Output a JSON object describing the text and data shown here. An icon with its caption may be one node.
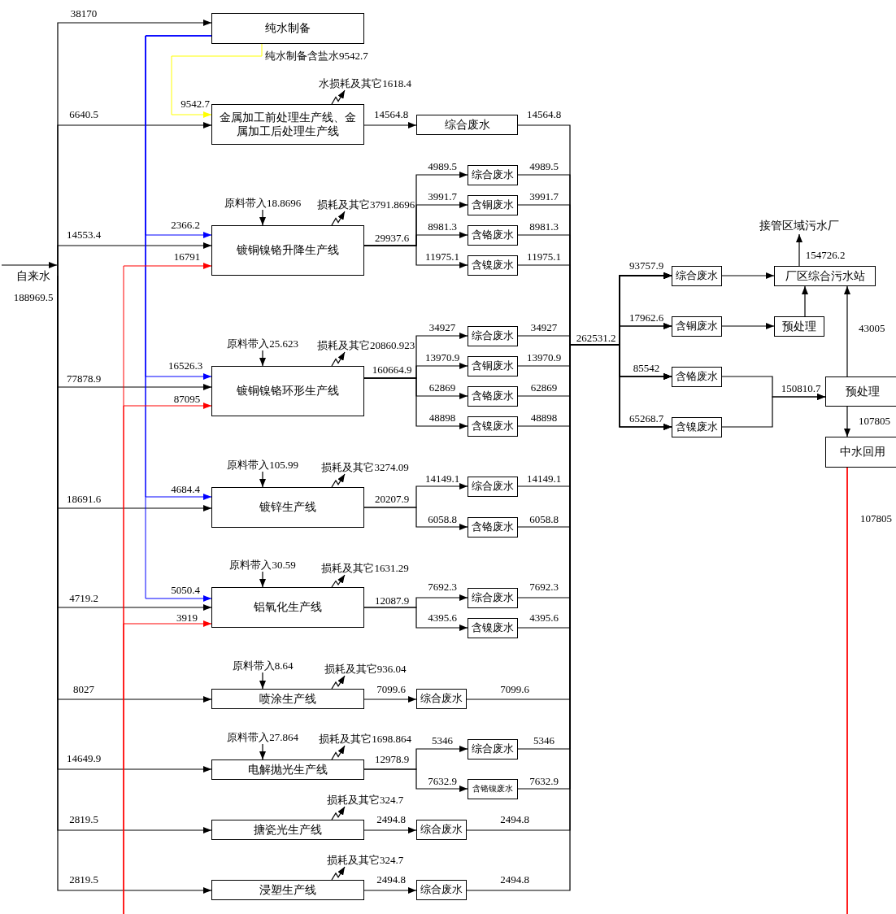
{
  "diagram": {
    "nodes": [
      {
        "text": [
          "自来水"
        ],
        "beside": [
          "188969.5"
        ]
      },
      {
        "text": [
          "纯水制备"
        ]
      },
      {
        "text": [
          "金属加工前处理生产线、金属加工后处理生产线"
        ]
      },
      {
        "text": [
          "综合废水"
        ]
      },
      {
        "text": [
          "镀铜镍铬升降生产线"
        ]
      },
      {
        "text": [
          "综合废水"
        ]
      },
      {
        "text": [
          "含铜废水"
        ]
      },
      {
        "text": [
          "含铬废水"
        ]
      },
      {
        "text": [
          "含镍废水"
        ]
      },
      {
        "text": [
          "镀铜镍铬环形生产线"
        ]
      },
      {
        "text": [
          "综合废水"
        ]
      },
      {
        "text": [
          "含铜废水"
        ]
      },
      {
        "text": [
          "含铬废水"
        ]
      },
      {
        "text": [
          "含镍废水"
        ]
      },
      {
        "text": [
          "镀锌生产线"
        ]
      },
      {
        "text": [
          "综合废水"
        ]
      },
      {
        "text": [
          "含铬废水"
        ]
      },
      {
        "text": [
          "铝氧化生产线"
        ]
      },
      {
        "text": [
          "综合废水"
        ]
      },
      {
        "text": [
          "含镍废水"
        ]
      },
      {
        "text": [
          "喷涂生产线"
        ]
      },
      {
        "text": [
          "综合废水"
        ]
      },
      {
        "text": [
          "电解抛光生产线"
        ]
      },
      {
        "text": [
          "综合废水"
        ]
      },
      {
        "text": [
          "含铬镍废水"
        ]
      },
      {
        "text": [
          "搪瓷光生产线"
        ]
      },
      {
        "text": [
          "综合废水"
        ]
      },
      {
        "text": [
          "浸塑生产线"
        ]
      },
      {
        "text": [
          "综合废水"
        ]
      },
      {
        "text": [
          "综合废水"
        ]
      },
      {
        "text": [
          "含铜废水"
        ]
      },
      {
        "text": [
          "含铬废水"
        ]
      },
      {
        "text": [
          "含镍废水"
        ]
      },
      {
        "text": [
          "厂区综合污水站"
        ]
      },
      {
        "text": [
          "预处理"
        ]
      },
      {
        "text": [
          "接管区域污水厂"
        ]
      },
      {
        "text": [
          "预处理"
        ]
      },
      {
        "text": [
          "中水回用"
        ]
      },
      {
        "text": [
          "原料带入18.8696"
        ]
      },
      {
        "text": [
          "原料带入25.623"
        ]
      },
      {
        "text": [
          "原料带入105.99"
        ]
      },
      {
        "text": [
          "原料带入30.59"
        ]
      },
      {
        "text": [
          "原料带入8.64"
        ]
      },
      {
        "text": [
          "原料带入27.864"
        ]
      },
      {
        "text": [
          "水损耗及其它1618.4"
        ]
      },
      {
        "text": [
          "损耗及其它3791.8696"
        ]
      },
      {
        "text": [
          "损耗及其它20860.923"
        ]
      },
      {
        "text": [
          "损耗及其它3274.09"
        ]
      },
      {
        "text": [
          "损耗及其它1631.29"
        ]
      },
      {
        "text": [
          "损耗及其它936.04"
        ]
      },
      {
        "text": [
          "损耗及其它1698.864"
        ]
      },
      {
        "text": [
          "损耗及其它324.7"
        ]
      },
      {
        "text": [
          "损耗及其它324.7"
        ]
      }
    ],
    "edges": [
      {
        "from": null,
        "to": 0,
        "arrow": "to"
      },
      {
        "from": 0,
        "to": 1,
        "arrow": "to",
        "label": "38170"
      },
      {
        "from": 0,
        "to": 2,
        "arrow": "to",
        "label": "6640.5"
      },
      {
        "from": 0,
        "to": 4,
        "arrow": "to",
        "label": "14553.4"
      },
      {
        "from": 0,
        "to": 9,
        "arrow": "to",
        "label": "77878.9"
      },
      {
        "from": 0,
        "to": 14,
        "arrow": "to",
        "label": "18691.6"
      },
      {
        "from": 0,
        "to": 17,
        "arrow": "to",
        "label": "4719.2"
      },
      {
        "from": 0,
        "to": 20,
        "arrow": "to",
        "label": "8027"
      },
      {
        "from": 0,
        "to": 22,
        "arrow": "to",
        "label": "14649.9"
      },
      {
        "from": 0,
        "to": 25,
        "arrow": "to",
        "label": "2819.5"
      },
      {
        "from": 0,
        "to": 27,
        "arrow": "to",
        "label": "2819.5"
      },
      {
        "from": 1,
        "to": 2,
        "arrow": "to",
        "label": "纯水制备含盐水9542.7",
        "color": "#ffff00"
      },
      {
        "from": 1,
        "to": 4,
        "arrow": "to",
        "label": "2366.2",
        "color": "#0000ff"
      },
      {
        "from": 1,
        "to": 9,
        "arrow": "to",
        "label": "16526.3",
        "color": "#0000ff"
      },
      {
        "from": 1,
        "to": 14,
        "arrow": "to",
        "label": "4684.4",
        "color": "#0000ff"
      },
      {
        "from": 1,
        "to": 17,
        "arrow": "to",
        "label": "5050.4",
        "color": "#0000ff"
      },
      {
        "from": 37,
        "to": 4,
        "arrow": "to",
        "label": "16791",
        "color": "#ff0000"
      },
      {
        "from": 37,
        "to": 9,
        "arrow": "to",
        "label": "87095",
        "color": "#ff0000"
      },
      {
        "from": 37,
        "to": 17,
        "arrow": "to",
        "label": "3919",
        "color": "#ff0000"
      },
      {
        "from": 2,
        "to": 3,
        "arrow": "to",
        "label": "14564.8"
      },
      {
        "from": 4,
        "to": 5,
        "arrow": "to",
        "label": "4989.5"
      },
      {
        "from": 4,
        "to": 6,
        "arrow": "to",
        "label": "3991.7"
      },
      {
        "from": 4,
        "to": 7,
        "arrow": "to",
        "label": "8981.3"
      },
      {
        "from": 4,
        "to": 8,
        "arrow": "to",
        "label": "11975.1"
      },
      {
        "from": 9,
        "to": 10,
        "arrow": "to",
        "label": "34927"
      },
      {
        "from": 9,
        "to": 11,
        "arrow": "to",
        "label": "13970.9"
      },
      {
        "from": 9,
        "to": 12,
        "arrow": "to",
        "label": "62869"
      },
      {
        "from": 9,
        "to": 13,
        "arrow": "to",
        "label": "48898"
      },
      {
        "from": 14,
        "to": 15,
        "arrow": "to",
        "label": "14149.1"
      },
      {
        "from": 14,
        "to": 16,
        "arrow": "to",
        "label": "6058.8"
      },
      {
        "from": 17,
        "to": 18,
        "arrow": "to",
        "label": "7692.3"
      },
      {
        "from": 17,
        "to": 19,
        "arrow": "to",
        "label": "4395.6"
      },
      {
        "from": 20,
        "to": 21,
        "arrow": "to",
        "label": "7099.6"
      },
      {
        "from": 22,
        "to": 23,
        "arrow": "to",
        "label": "5346"
      },
      {
        "from": 22,
        "to": 24,
        "arrow": "to",
        "label": "7632.9"
      },
      {
        "from": 25,
        "to": 26,
        "arrow": "to",
        "label": "2494.8"
      },
      {
        "from": 27,
        "to": 28,
        "arrow": "to",
        "label": "2494.8"
      },
      {
        "from": 3,
        "to": 29,
        "arrow": "to",
        "label": "14564.8"
      },
      {
        "from": 5,
        "to": 29,
        "arrow": "to",
        "label": "4989.5"
      },
      {
        "from": 6,
        "to": 30,
        "arrow": "to",
        "label": "3991.7"
      },
      {
        "from": 7,
        "to": 31,
        "arrow": "to",
        "label": "8981.3"
      },
      {
        "from": 8,
        "to": 32,
        "arrow": "to",
        "label": "11975.1"
      },
      {
        "from": 10,
        "to": 29,
        "arrow": "to",
        "label": "34927"
      },
      {
        "from": 11,
        "to": 30,
        "arrow": "to",
        "label": "13970.9"
      },
      {
        "from": 12,
        "to": 31,
        "arrow": "to",
        "label": "62869"
      },
      {
        "from": 13,
        "to": 32,
        "arrow": "to",
        "label": "48898"
      },
      {
        "from": 15,
        "to": 29,
        "arrow": "to",
        "label": "14149.1"
      },
      {
        "from": 16,
        "to": 31,
        "arrow": "to",
        "label": "6058.8"
      },
      {
        "from": 18,
        "to": 29,
        "arrow": "to",
        "label": "7692.3"
      },
      {
        "from": 19,
        "to": 32,
        "arrow": "to",
        "label": "4395.6"
      },
      {
        "from": 21,
        "to": 29,
        "arrow": "to",
        "label": "7099.6"
      },
      {
        "from": 23,
        "to": 29,
        "arrow": "to",
        "label": "5346"
      },
      {
        "from": 24,
        "to": 31,
        "arrow": "to",
        "label": "7632.9"
      },
      {
        "from": 26,
        "to": 29,
        "arrow": "to",
        "label": "2494.8"
      },
      {
        "from": 28,
        "to": 29,
        "arrow": "to",
        "label": "2494.8"
      },
      {
        "from": 29,
        "to": 33,
        "arrow": "to"
      },
      {
        "from": 30,
        "to": 34,
        "arrow": "to"
      },
      {
        "from": 31,
        "to": 36,
        "arrow": "to"
      },
      {
        "from": 32,
        "to": 36,
        "arrow": "to"
      },
      {
        "from": 34,
        "to": 33,
        "arrow": "to"
      },
      {
        "from": 33,
        "to": 35,
        "arrow": "to",
        "label": "154726.2"
      },
      {
        "from": 36,
        "to": 33,
        "arrow": "to",
        "label": "43005"
      },
      {
        "from": 36,
        "to": 37,
        "arrow": "to",
        "label": "107805"
      },
      {
        "from": 38,
        "to": 4,
        "arrow": "to"
      },
      {
        "from": 39,
        "to": 9,
        "arrow": "to"
      },
      {
        "from": 40,
        "to": 14,
        "arrow": "to"
      },
      {
        "from": 41,
        "to": 17,
        "arrow": "to"
      },
      {
        "from": 42,
        "to": 20,
        "arrow": "to"
      },
      {
        "from": 43,
        "to": 22,
        "arrow": "to"
      },
      {
        "from": 2,
        "to": 44,
        "arrow": "to"
      },
      {
        "from": 4,
        "to": 45,
        "arrow": "to"
      },
      {
        "from": 9,
        "to": 46,
        "arrow": "to"
      },
      {
        "from": 14,
        "to": 47,
        "arrow": "to"
      },
      {
        "from": 17,
        "to": 48,
        "arrow": "to"
      },
      {
        "from": 20,
        "to": 49,
        "arrow": "to"
      },
      {
        "from": 22,
        "to": 50,
        "arrow": "to"
      },
      {
        "from": 25,
        "to": 51,
        "arrow": "to"
      },
      {
        "from": 27,
        "to": 52,
        "arrow": "to"
      }
    ],
    "labels": [
      "9542.7",
      "29937.6",
      "160664.9",
      "20207.9",
      "12087.9",
      "12978.9",
      "262531.2",
      "93757.9",
      "17962.6",
      "85542",
      "65268.7",
      "150810.7",
      "107805"
    ]
  }
}
